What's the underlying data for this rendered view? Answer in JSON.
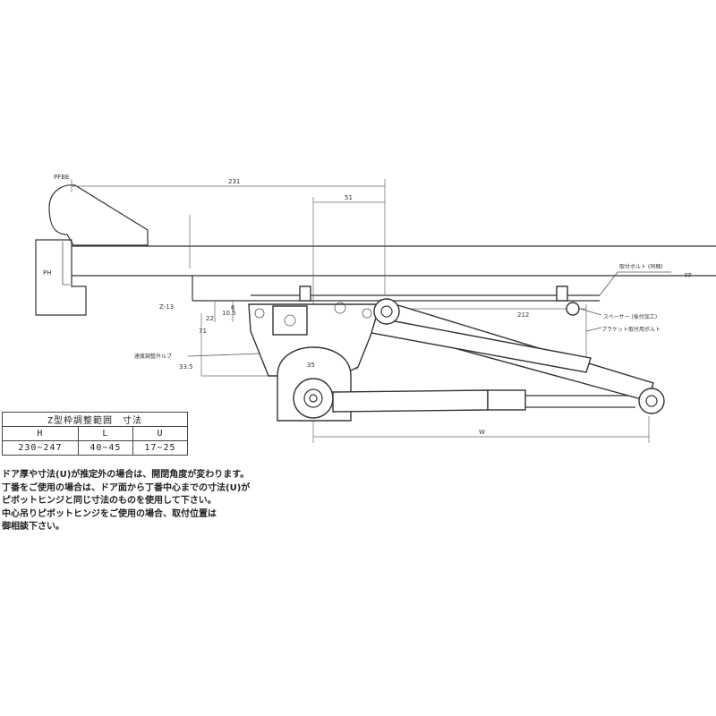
{
  "dimensions": {
    "overall_width": "231",
    "arm_offset": "51",
    "arm_length": "212",
    "body_width": "35",
    "height_total": "71",
    "door_edge": "Z-13",
    "small_a": "22",
    "small_b": "10.5",
    "small_c": "6",
    "gap": "33.5",
    "bottom": "W"
  },
  "labels": {
    "frame_top": "PFBE",
    "door_side": "PH",
    "right_frame": "FF",
    "callout_top": "取付ボルト (同梱)",
    "callout_mid": "スペーサー (後付加工)",
    "callout_lower": "ブラケット取付用ボルト",
    "callout_left": "速度調整弁ルブ"
  },
  "table": {
    "title": "Z型枠調整範囲　寸法",
    "headers": [
      "H",
      "L",
      "U"
    ],
    "values": [
      "230~247",
      "40~45",
      "17~25"
    ]
  },
  "notes": [
    "ドア厚や寸法(U)が推定外の場合は、開閉角度が変わります。",
    "丁番をご使用の場合は、ドア面から丁番中心までの寸法(U)が",
    "ピボットヒンジと同じ寸法のものを使用して下さい。",
    "中心吊りピボットヒンジをご使用の場合、取付位置は",
    "御相談下さい。"
  ]
}
